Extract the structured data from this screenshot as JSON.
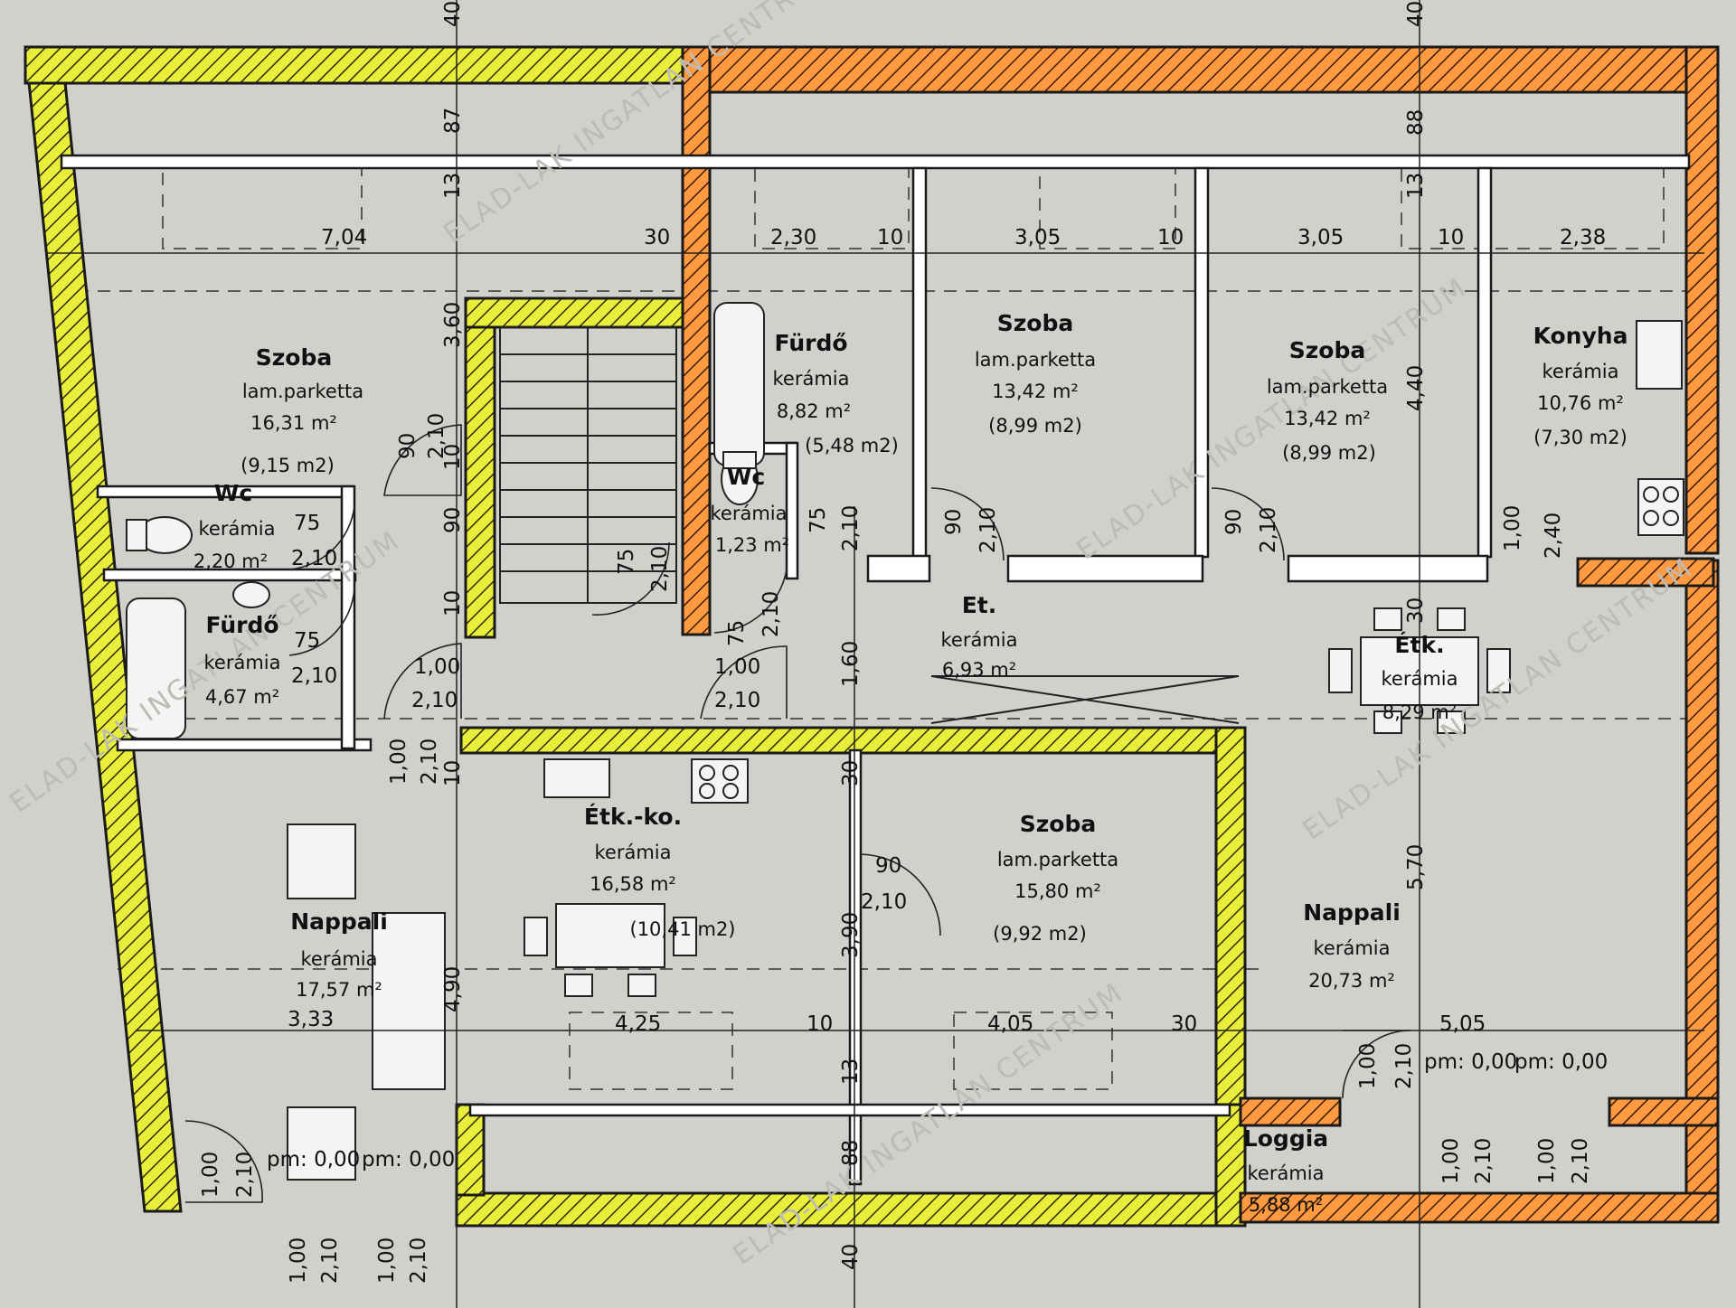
{
  "rooms": [
    {
      "id": "szoba-nw",
      "name": "Szoba",
      "floor": "lam.parketta",
      "area": "16,31 m²",
      "net": "(9,15 m2)"
    },
    {
      "id": "wc-w",
      "name": "Wc",
      "floor": "kerámia",
      "area": "2,20 m²",
      "net": ""
    },
    {
      "id": "furdo-w",
      "name": "Fürdő",
      "floor": "kerámia",
      "area": "4,67 m²",
      "net": ""
    },
    {
      "id": "nappali-w",
      "name": "Nappali",
      "floor": "kerámia",
      "area": "17,57 m²",
      "net": ""
    },
    {
      "id": "etk-ko",
      "name": "Étk.-ko.",
      "floor": "kerámia",
      "area": "16,58 m²",
      "net": "(10,41 m2)"
    },
    {
      "id": "szoba-mid",
      "name": "Szoba",
      "floor": "lam.parketta",
      "area": "15,80 m²",
      "net": "(9,92 m2)"
    },
    {
      "id": "furdo-e",
      "name": "Fürdő",
      "floor": "kerámia",
      "area": "8,82 m²",
      "net": "(5,48 m2)"
    },
    {
      "id": "wc-e",
      "name": "Wc",
      "floor": "kerámia",
      "area": "1,23 m²",
      "net": ""
    },
    {
      "id": "szoba-n1",
      "name": "Szoba",
      "floor": "lam.parketta",
      "area": "13,42 m²",
      "net": "(8,99 m2)"
    },
    {
      "id": "szoba-n2",
      "name": "Szoba",
      "floor": "lam.parketta",
      "area": "13,42 m²",
      "net": "(8,99 m2)"
    },
    {
      "id": "konyha",
      "name": "Konyha",
      "floor": "kerámia",
      "area": "10,76 m²",
      "net": "(7,30 m2)"
    },
    {
      "id": "et",
      "name": "Et.",
      "floor": "kerámia",
      "area": "6,93 m²",
      "net": ""
    },
    {
      "id": "etk",
      "name": "Étk.",
      "floor": "kerámia",
      "area": "8,29 m²",
      "net": ""
    },
    {
      "id": "nappali-e",
      "name": "Nappali",
      "floor": "kerámia",
      "area": "20,73 m²",
      "net": ""
    },
    {
      "id": "loggia",
      "name": "Loggia",
      "floor": "kerámia",
      "area": "5,88 m²",
      "net": ""
    }
  ],
  "dimensions": {
    "top": [
      "7,04",
      "30",
      "2,30",
      "10",
      "3,05",
      "10",
      "3,05",
      "10",
      "2,38"
    ],
    "mid": [
      "4,25",
      "10",
      "4,05",
      "30",
      "5,05"
    ],
    "v_left": [
      "40",
      "87",
      "13",
      "3,60",
      "10",
      "90",
      "10",
      "1,00",
      "2,10",
      "10"
    ],
    "v_right": [
      "40",
      "88",
      "13",
      "4,40",
      "30",
      "5,70"
    ],
    "v_center": [
      "30",
      "3,90",
      "13",
      "88",
      "40",
      "1,60"
    ],
    "w_left": "3,33",
    "w_left2": "4,90"
  },
  "doors": [
    {
      "w": "90",
      "h": "2,10"
    },
    {
      "w": "75",
      "h": "2,10"
    },
    {
      "w": "75",
      "h": "2,10"
    },
    {
      "w": "1,00",
      "h": "2,10"
    },
    {
      "w": "75",
      "h": "2,10"
    },
    {
      "w": "75",
      "h": "2,10"
    },
    {
      "w": "1,00",
      "h": "2,10"
    },
    {
      "w": "75",
      "h": "2,10"
    },
    {
      "w": "90",
      "h": "2,10"
    },
    {
      "w": "90",
      "h": "2,10"
    },
    {
      "w": "1,00",
      "h": "2,40"
    },
    {
      "w": "90",
      "h": "2,10"
    },
    {
      "w": "1,00",
      "h": "2,10"
    },
    {
      "w": "1,00",
      "h": "2,10"
    }
  ],
  "windows_bottom": [
    "1,00",
    "2,10",
    "1,00",
    "2,10"
  ],
  "windows_right": [
    "1,00",
    "2,10",
    "1,00",
    "2,10"
  ],
  "levels": [
    "pm: 0,00",
    "pm: 0,00",
    "pm: 0,00",
    "pm: 0,00"
  ],
  "watermark": "ELAD-LAK INGATLAN CENTRUM",
  "colors": {
    "paper": "#d2d0cc",
    "wall_left": "#e8ee3a",
    "wall_right": "#ff9a40",
    "ink": "#1a1a1a"
  }
}
